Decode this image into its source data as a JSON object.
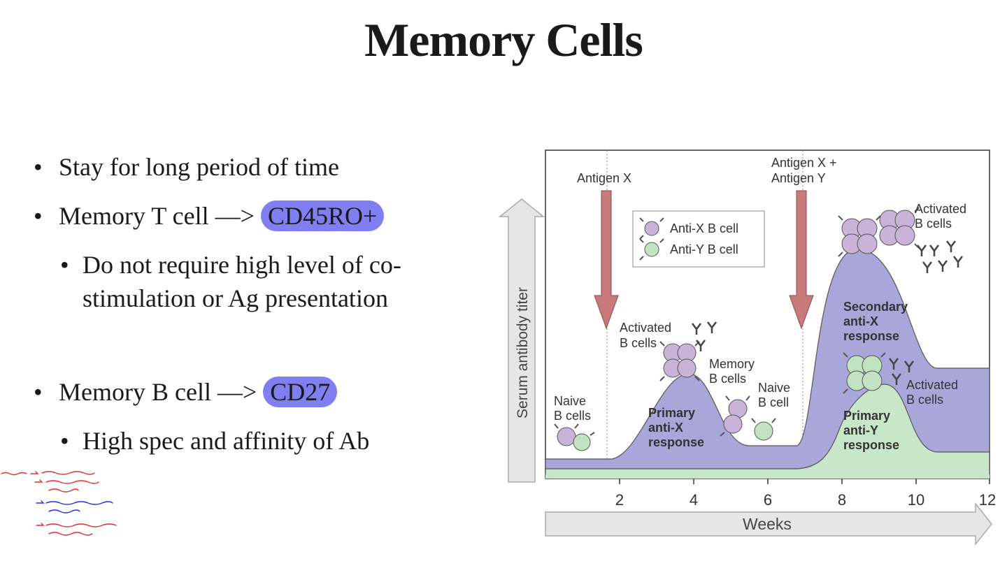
{
  "title": "Memory Cells",
  "bullets": [
    {
      "text": "Stay for long period of time"
    },
    {
      "text": "Memory T cell —> ",
      "highlight": "CD45RO+"
    },
    {
      "text": "Do not require high level of co-",
      "sub": true
    },
    {
      "text": "stimulation or Ag presentation",
      "sub": true,
      "continuation": true
    },
    {
      "text": "Memory B cell —> ",
      "highlight": "CD27"
    },
    {
      "text": "High spec and affinity of Ab",
      "sub": true
    }
  ],
  "figure": {
    "antigens": [
      {
        "label": "Antigen X",
        "week": 1.7
      },
      {
        "label_lines": [
          "Antigen X +",
          "Antigen Y"
        ],
        "week": 7
      }
    ],
    "legend": [
      {
        "label": "Anti-X B cell",
        "color": "#c9b3d9"
      },
      {
        "label": "Anti-Y B cell",
        "color": "#c1e3c1"
      }
    ],
    "y_axis_label": "Serum antibody titer",
    "x_axis_label": "Weeks",
    "x_ticks": [
      "2",
      "4",
      "6",
      "8",
      "10",
      "12"
    ],
    "annotations": {
      "naive1": [
        "Naive",
        "B cells"
      ],
      "activated1": [
        "Activated",
        "B cells"
      ],
      "memory": [
        "Memory",
        "B cells"
      ],
      "naive2": [
        "Naive",
        "B cell"
      ],
      "activated_top": [
        "Activated",
        "B cells"
      ],
      "activated_green": [
        "Activated",
        "B cells"
      ],
      "primary_x": [
        "Primary",
        "anti-X",
        "response"
      ],
      "secondary_x": [
        "Secondary",
        "anti-X",
        "response"
      ],
      "primary_y": [
        "Primary",
        "anti-Y",
        "response"
      ]
    },
    "colors": {
      "anti_x_curve": "#a9a6da",
      "anti_y_curve": "#c8e6c8",
      "arrow": "#c87a7a",
      "highlight": "#7f7ff2"
    }
  }
}
